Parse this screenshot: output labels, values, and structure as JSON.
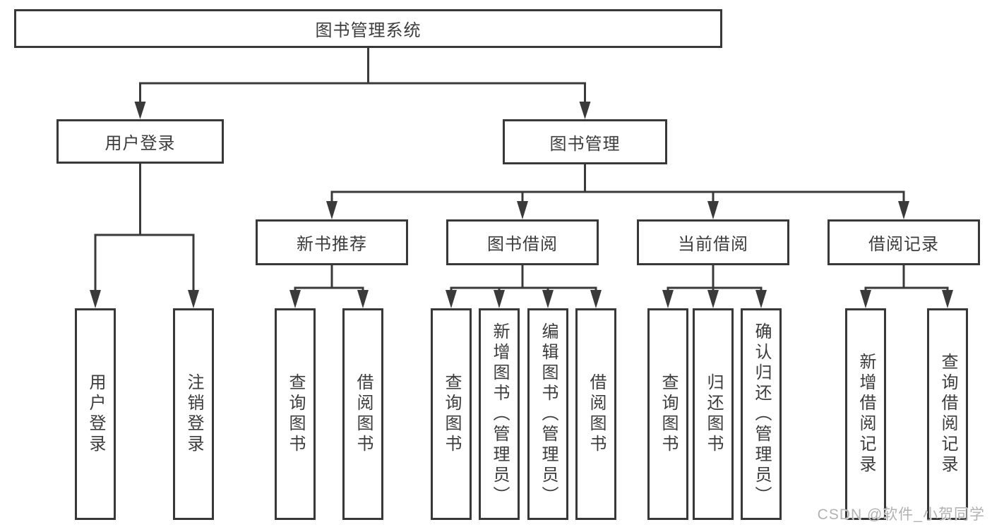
{
  "colors": {
    "background": "#ffffff",
    "line": "#3a3a3a",
    "box_border": "#383838",
    "text": "#3c3c3c",
    "watermark": "#b2b2b2"
  },
  "tree": {
    "root": {
      "label": "图书管理系统",
      "children": [
        {
          "label": "用户登录",
          "children": [
            {
              "label": "用户登录"
            },
            {
              "label": "注销登录"
            }
          ]
        },
        {
          "label": "图书管理",
          "children": [
            {
              "label": "新书推荐",
              "children": [
                {
                  "label": "查询图书"
                },
                {
                  "label": "借阅图书"
                }
              ]
            },
            {
              "label": "图书借阅",
              "children": [
                {
                  "label": "查询图书"
                },
                {
                  "label": "新增图书（管理员）"
                },
                {
                  "label": "编辑图书（管理员）"
                },
                {
                  "label": "借阅图书"
                }
              ]
            },
            {
              "label": "当前借阅",
              "children": [
                {
                  "label": "查询图书"
                },
                {
                  "label": "归还图书"
                },
                {
                  "label": "确认归还（管理员）"
                }
              ]
            },
            {
              "label": "借阅记录",
              "children": [
                {
                  "label": "新增借阅记录"
                },
                {
                  "label": "查询借阅记录"
                }
              ]
            }
          ]
        }
      ]
    }
  },
  "watermark": {
    "text": "CSDN @软件_小贺同学"
  }
}
